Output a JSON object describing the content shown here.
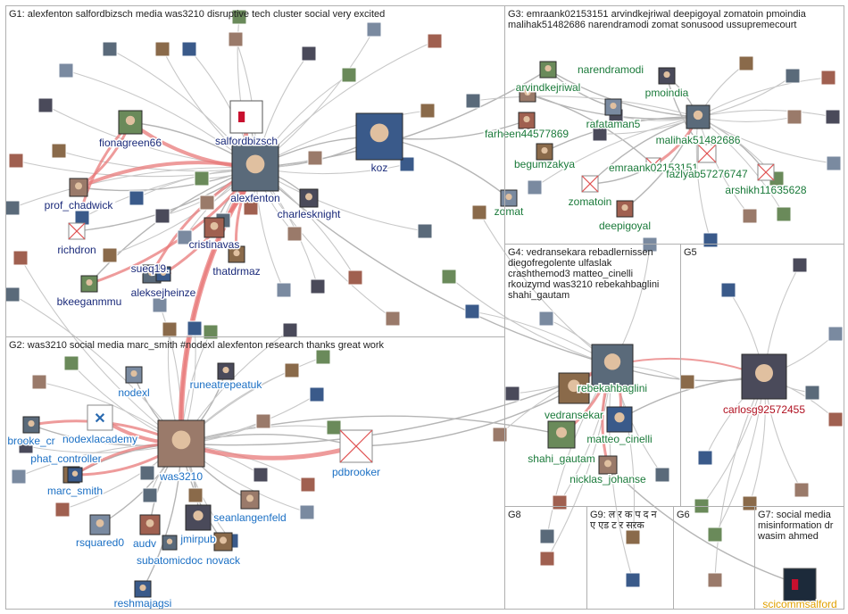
{
  "groups": [
    {
      "id": "G1",
      "title": "G1: alexfenton salfordbizsch media was3210 disruptive tech cluster social very excited"
    },
    {
      "id": "G2",
      "title": "G2: was3210 social media marc_smith #nodexl alexfenton research thanks great work"
    },
    {
      "id": "G3",
      "title": "G3: emraank02153151 arvindkejriwal deepigoyal zomatoin pmoindia\nmalihak51482686 narendramodi zomat sonusood ussupremecourt"
    },
    {
      "id": "G4",
      "title": "G4: vedransekara rebadlernissen\ndiegofregolente ulfaslak\ncrashthemod3 matteo_cinelli\nrkouzymd was3210 rebekahbaglini\nshahi_gautam"
    },
    {
      "id": "G5",
      "title": "G5"
    },
    {
      "id": "G6",
      "title": "G6"
    },
    {
      "id": "G7",
      "title": "G7: social media\nmisinformation dr\nwasim ahmed"
    },
    {
      "id": "G8",
      "title": "G8"
    },
    {
      "id": "G9",
      "title": "G9: ल र क प द न\nए एड ट र सरक"
    }
  ],
  "colors": {
    "g1_label": "#1a2a7a",
    "g2_label": "#1a6fc4",
    "g3_label": "#1a7a3a",
    "g4_label": "#1a7a3a",
    "g5_label": "#b01020",
    "g7_label": "#e0a000",
    "edge_gray": "#b5b5b5",
    "edge_red": "#e87a7a"
  },
  "nodes": [
    {
      "id": "alexfenton",
      "label": "alexfenton",
      "group": "G1",
      "icon": "avatar-photo"
    },
    {
      "id": "salfordbizsch",
      "label": "salfordbizsch",
      "group": "G1",
      "icon": "salford-logo"
    },
    {
      "id": "koz",
      "label": "koz",
      "group": "G1",
      "icon": "avatar-photo"
    },
    {
      "id": "fionagreen66",
      "label": "fionagreen66",
      "group": "G1",
      "icon": "avatar-photo"
    },
    {
      "id": "prof_chadwick",
      "label": "prof_chadwick",
      "group": "G1",
      "icon": "avatar-photo"
    },
    {
      "id": "charlesknight",
      "label": "charlesknight",
      "group": "G1",
      "icon": "avatar-photo"
    },
    {
      "id": "richdron",
      "label": "richdron",
      "group": "G1",
      "icon": "broken-image"
    },
    {
      "id": "cristinavas",
      "label": "cristinavas",
      "group": "G1",
      "icon": "avatar-photo"
    },
    {
      "id": "sueq19",
      "label": "sueq19.",
      "group": "G1",
      "icon": "avatar-photo"
    },
    {
      "id": "thatdrmaz",
      "label": "thatdrmaz",
      "group": "G1",
      "icon": "avatar-photo"
    },
    {
      "id": "aleksejheinze",
      "label": "aleksejheinze",
      "group": "G1",
      "icon": "avatar-photo"
    },
    {
      "id": "bkeeganmmu",
      "label": "bkeeganmmu",
      "group": "G1",
      "icon": "avatar-photo"
    },
    {
      "id": "was3210",
      "label": "was3210",
      "group": "G2",
      "icon": "avatar-photo"
    },
    {
      "id": "runeatrepeatuk",
      "label": "runeatrepeatuk",
      "group": "G2",
      "icon": "avatar-photo"
    },
    {
      "id": "nodexl",
      "label": "nodexl",
      "group": "G2",
      "icon": "avatar-photo"
    },
    {
      "id": "nodexlacademy",
      "label": "nodexlacademy",
      "group": "G2",
      "icon": "xl-logo"
    },
    {
      "id": "brooke_cr",
      "label": "brooke_cr",
      "group": "G2",
      "icon": "avatar-photo"
    },
    {
      "id": "phat_controller",
      "label": "phat_controller",
      "group": "G2",
      "icon": "avatar-photo"
    },
    {
      "id": "marc_smith",
      "label": "marc_smith",
      "group": "G2",
      "icon": "avatar-photo"
    },
    {
      "id": "pdbrooker",
      "label": "pdbrooker",
      "group": "G2",
      "icon": "broken-image"
    },
    {
      "id": "seanlangenfeld",
      "label": "seanlangenfeld",
      "group": "G2",
      "icon": "avatar-photo"
    },
    {
      "id": "jmirpub",
      "label": "jmirpub",
      "group": "G2",
      "icon": "avatar-photo"
    },
    {
      "id": "rsquared0",
      "label": "rsquared0",
      "group": "G2",
      "icon": "avatar-photo"
    },
    {
      "id": "audv",
      "label": "audv",
      "group": "G2",
      "icon": "avatar-photo"
    },
    {
      "id": "subatomicdoc",
      "label": "subatomicdoc",
      "group": "G2",
      "icon": "avatar-photo"
    },
    {
      "id": "novack",
      "label": "novack",
      "group": "G2",
      "icon": "avatar-photo"
    },
    {
      "id": "reshmajagsi",
      "label": "reshmajagsi",
      "group": "G2",
      "icon": "avatar-photo"
    },
    {
      "id": "narendramodi",
      "label": "narendramodi",
      "group": "G3",
      "icon": "avatar-photo"
    },
    {
      "id": "arvindkejriwal",
      "label": "arvindkejriwal",
      "group": "G3",
      "icon": "avatar-photo"
    },
    {
      "id": "pmoindia",
      "label": "pmoindia",
      "group": "G3",
      "icon": "avatar-photo"
    },
    {
      "id": "rafataman5",
      "label": "rafataman5",
      "group": "G3",
      "icon": "avatar-photo"
    },
    {
      "id": "farheen44577869",
      "label": "farheen44577869",
      "group": "G3",
      "icon": "avatar-photo"
    },
    {
      "id": "malihak51482686",
      "label": "malihak51482686",
      "group": "G3",
      "icon": "avatar-photo"
    },
    {
      "id": "begumzakya",
      "label": "begumzakya",
      "group": "G3",
      "icon": "avatar-photo"
    },
    {
      "id": "emraank02153151",
      "label": "emraank02153151",
      "group": "G3",
      "icon": "broken-image"
    },
    {
      "id": "fazlyab57276747",
      "label": "fazlyab57276747",
      "group": "G3",
      "icon": "broken-image"
    },
    {
      "id": "arshikh11635628",
      "label": "arshikh11635628",
      "group": "G3",
      "icon": "broken-image"
    },
    {
      "id": "zomatoin",
      "label": "zomatoin",
      "group": "G3",
      "icon": "broken-image"
    },
    {
      "id": "zomat",
      "label": "zomat",
      "group": "G3",
      "icon": "avatar-photo"
    },
    {
      "id": "deepigoyal",
      "label": "deepigoyal",
      "group": "G3",
      "icon": "avatar-photo"
    },
    {
      "id": "rebekahbaglini",
      "label": "rebekahbaglini",
      "group": "G4",
      "icon": "avatar-photo"
    },
    {
      "id": "vedransekara",
      "label": "vedransekar",
      "group": "G4",
      "icon": "avatar-photo"
    },
    {
      "id": "matteo_cinelli",
      "label": "matteo_cinelli",
      "group": "G4",
      "icon": "avatar-photo"
    },
    {
      "id": "shahi_gautam",
      "label": "shahi_gautam",
      "group": "G4",
      "icon": "avatar-photo"
    },
    {
      "id": "nicklas_johanse",
      "label": "nicklas_johanse",
      "group": "G4",
      "icon": "avatar-photo"
    },
    {
      "id": "carlosg92572455",
      "label": "carlosg92572455",
      "group": "G5",
      "icon": "avatar-photo"
    },
    {
      "id": "scicommsalford",
      "label": "scicommsalford",
      "group": "G7",
      "icon": "salford-logo"
    }
  ]
}
